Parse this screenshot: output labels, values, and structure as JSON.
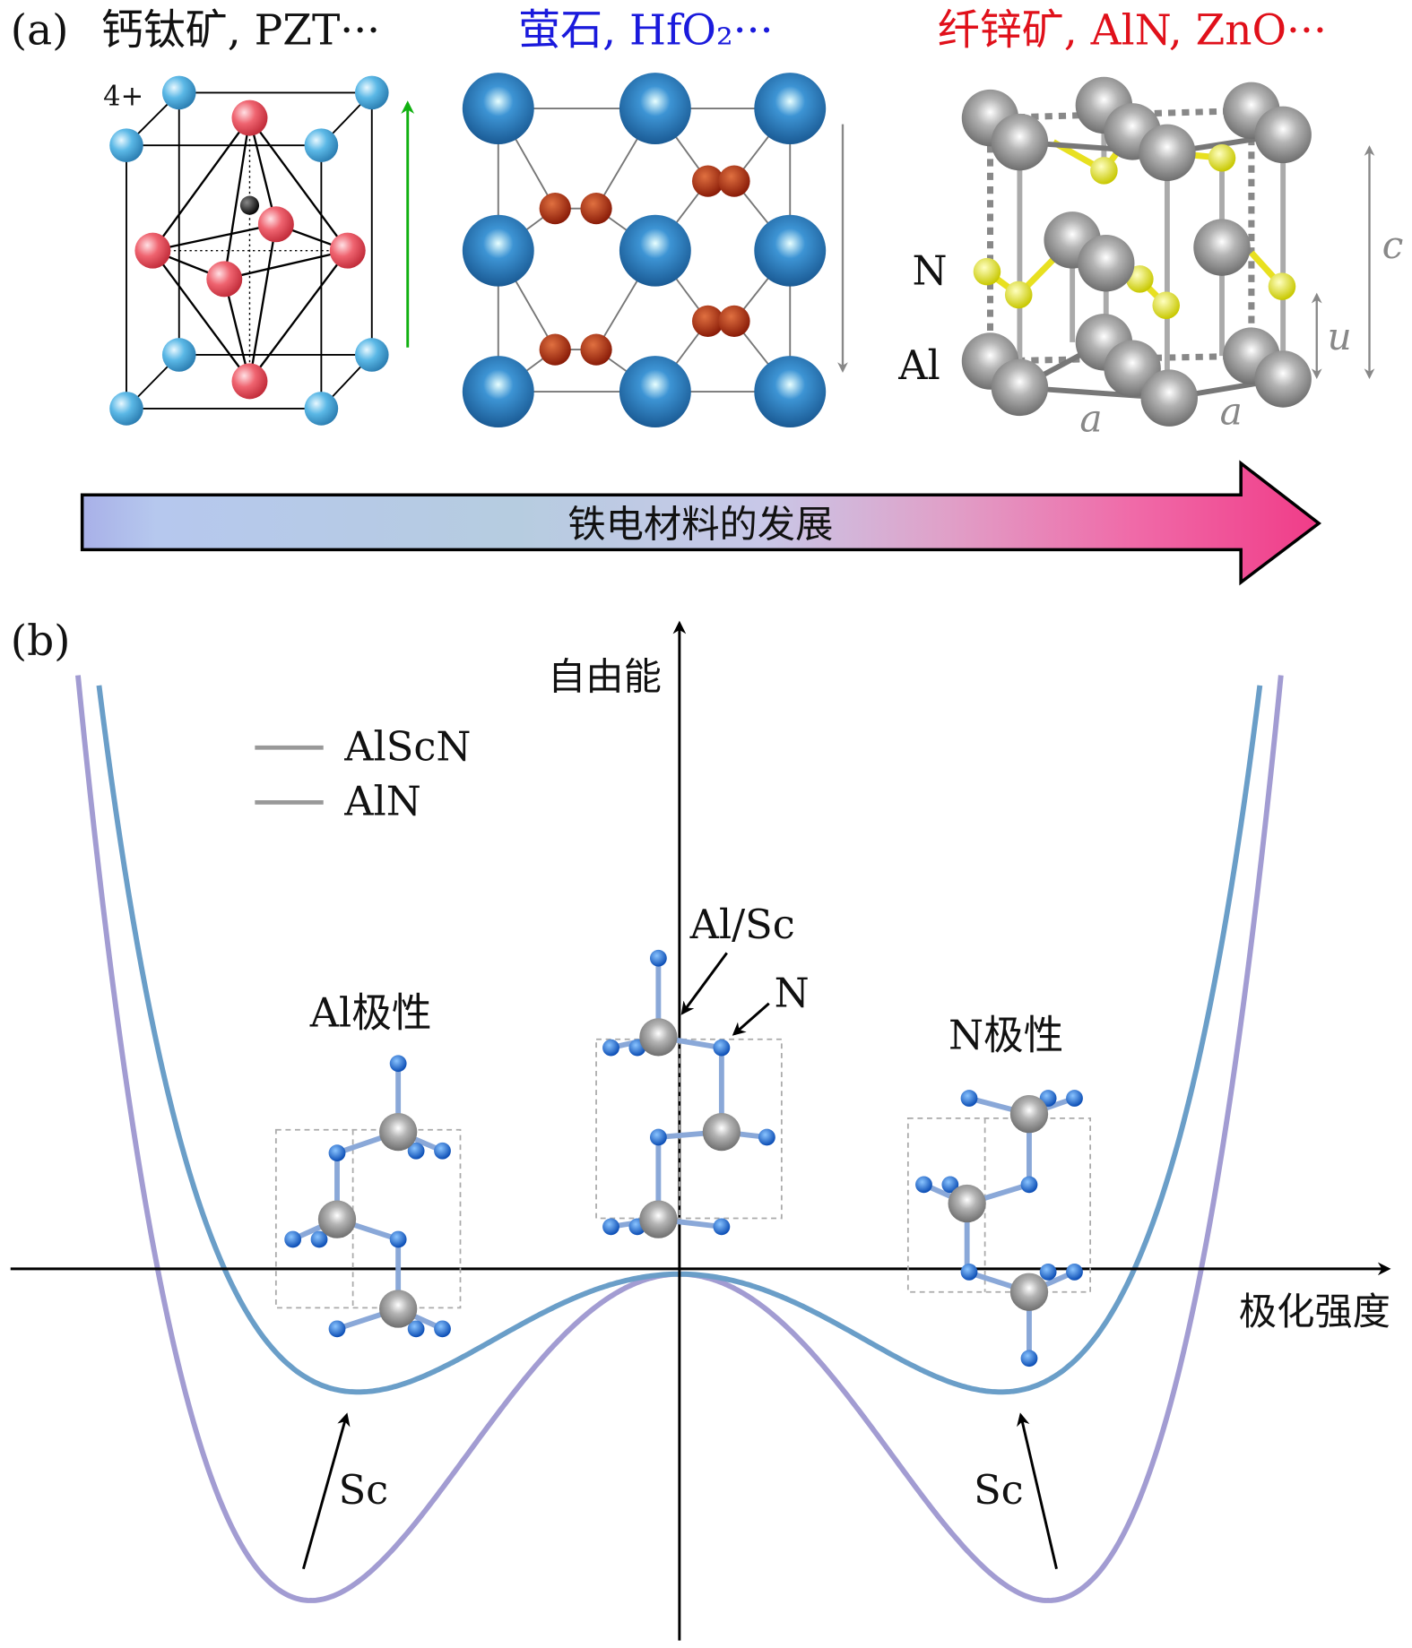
{
  "panel_a": {
    "label": "(a)",
    "titles": [
      {
        "text": "钙钛矿, PZT···",
        "color": "#111111"
      },
      {
        "text": "萤石, HfO₂···",
        "color": "#1a1adc"
      },
      {
        "text": "纤锌矿, AlN, ZnO···",
        "color": "#e0101a"
      }
    ],
    "perovskite_charge": "4+",
    "wurtzite_labels": {
      "n": "N",
      "al": "Al",
      "c": "c",
      "u": "u",
      "a1": "a",
      "a2": "a"
    },
    "progress_arrow_text": "铁电材料的发展"
  },
  "panel_b": {
    "label": "(b)",
    "y_axis_label": "自由能",
    "x_axis_label": "极化强度",
    "legend": [
      {
        "name": "AlScN",
        "color": "#6a9ec8"
      },
      {
        "name": "AlN",
        "color": "#a29cd2"
      }
    ],
    "annotations": {
      "al_polar": "Al极性",
      "n_polar": "N极性",
      "al_sc": "Al/Sc",
      "n_atom": "N",
      "sc_left": "Sc",
      "sc_right": "Sc"
    }
  }
}
